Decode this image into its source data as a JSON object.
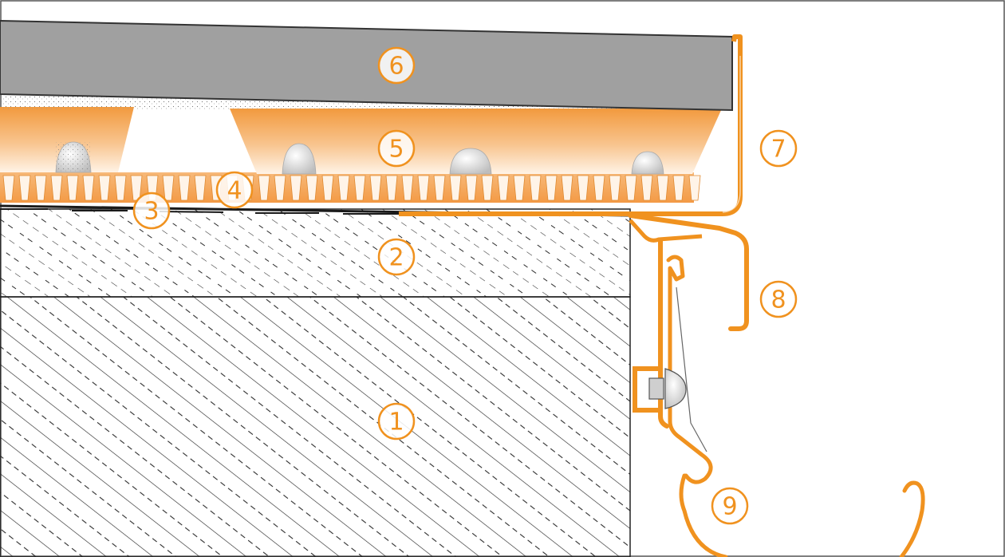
{
  "colors": {
    "accent": "#F0921F",
    "tile": "#A0A0A0",
    "concrete": "#333333",
    "mortar_light": "#FBE2C8",
    "mortar_dark": "#F5A14A",
    "background": "#FFFFFF"
  },
  "callouts": [
    {
      "id": "c1",
      "label": "1",
      "part": "concrete-base"
    },
    {
      "id": "c2",
      "label": "2",
      "part": "screed"
    },
    {
      "id": "c3",
      "label": "3",
      "part": "waterproofing-membrane"
    },
    {
      "id": "c4",
      "label": "4",
      "part": "drainage-mat"
    },
    {
      "id": "c5",
      "label": "5",
      "part": "tile-adhesive"
    },
    {
      "id": "c6",
      "label": "6",
      "part": "tile-covering"
    },
    {
      "id": "c7",
      "label": "7",
      "part": "edge-profile"
    },
    {
      "id": "c8",
      "label": "8",
      "part": "drip-edge-profile"
    },
    {
      "id": "c9",
      "label": "9",
      "part": "gutter"
    }
  ]
}
